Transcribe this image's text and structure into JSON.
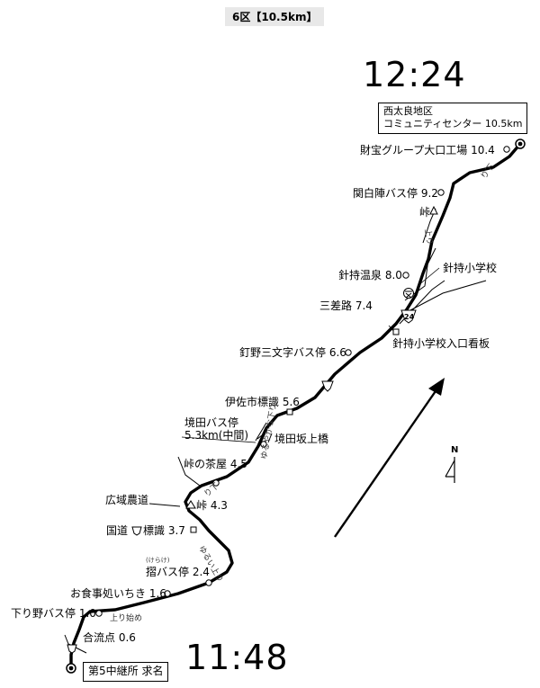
{
  "title": "6区【10.5km】",
  "finish_time": "12:24",
  "start_time": "11:48",
  "finish_box": {
    "line1": "西太良地区",
    "line2": "コミュニティセンター 10.5km"
  },
  "start_box": "第5中継所 求名",
  "north": "N",
  "route_number": "24",
  "points": {
    "zaiho": "財宝グループ大口工場 10.4",
    "sekishirojin": "関白陣バス停 9.2",
    "toge1": "峠",
    "harimochi_onsen": "針持温泉 8.0",
    "harimochi_school": "針持小学校",
    "sansaro": "三差路 7.4",
    "school_sign": "針持小学校入口看板",
    "karino": "釘野三文字バス停 6.6",
    "isa_sign": "伊佐市標識 5.6",
    "sakaida_bus_1": "境田バス停",
    "sakaida_bus_2": "5.3km(中間)",
    "sakaida_bridge": "境田坂上橋",
    "chaya": "峠の茶屋 4.5",
    "koiki": "広域農道",
    "toge2": "峠 4.3",
    "kokudo_a": "国道",
    "kokudo_b": "標識 3.7",
    "kumi_ruby": "(けらけ)",
    "kumi": "摺バス停 2.4",
    "shokuji": "お食事処いちき 1.6",
    "shimorino": "下り野バス停 1.0",
    "goryu": "合流点 0.6"
  },
  "slopes": {
    "kudari1": "り下",
    "nobori1": "上り",
    "nobori2": "上り始め",
    "kudari2": "り下",
    "kudari3": "ゆるやかな下り",
    "kudari4": "ゆるい上り"
  }
}
